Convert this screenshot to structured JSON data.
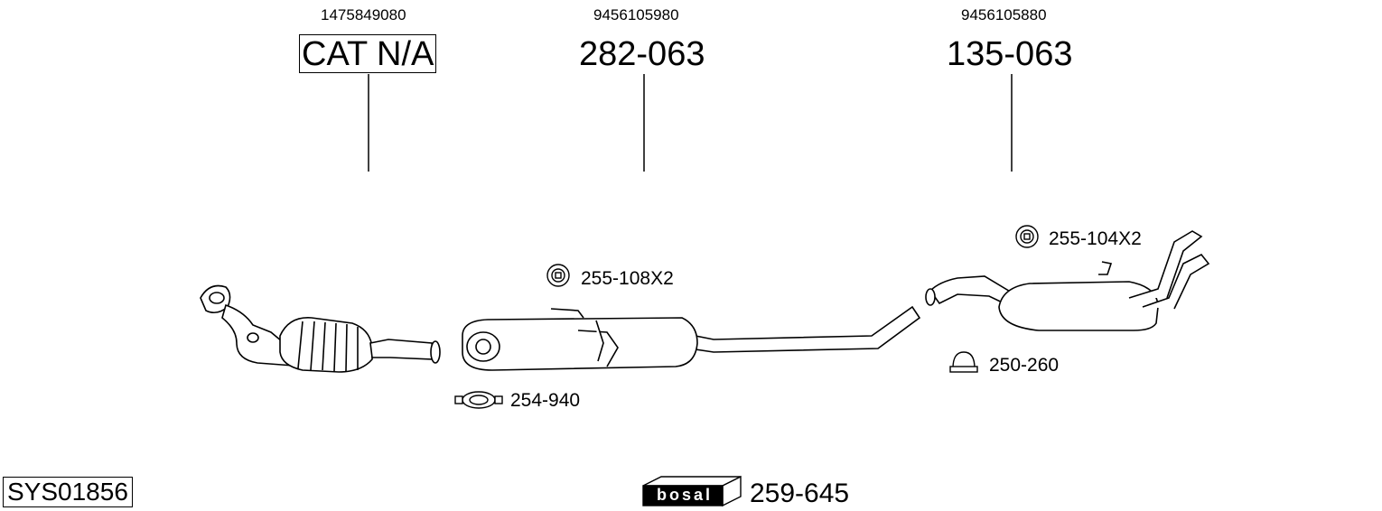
{
  "parts": [
    {
      "oem": "1475849080",
      "ref": "CAT N/A",
      "boxed": true
    },
    {
      "oem": "9456105980",
      "ref": "282-063",
      "boxed": false
    },
    {
      "oem": "9456105880",
      "ref": "135-063",
      "boxed": false
    }
  ],
  "accessories": {
    "hanger_front": "255-108X2",
    "clamp_front": "254-940",
    "hanger_rear": "255-104X2",
    "clamp_rear": "250-260",
    "mounting_kit": "259-645"
  },
  "system_id": "SYS01856",
  "brand_logo": "bosal",
  "icons": [
    "rubber-hanger-icon",
    "band-clamp-icon",
    "u-bolt-clamp-icon",
    "mounting-kit-box-icon"
  ]
}
